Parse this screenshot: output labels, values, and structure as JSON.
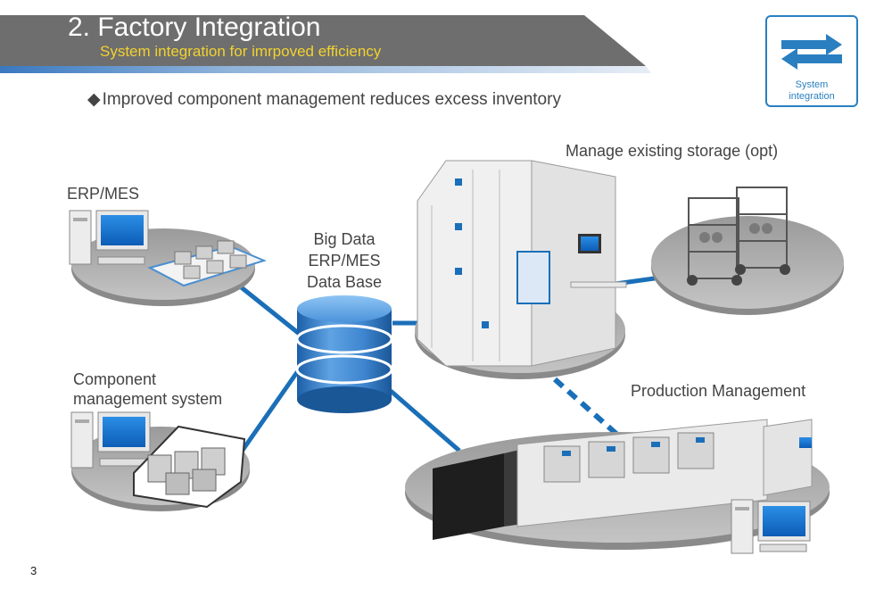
{
  "header": {
    "title": "2. Factory Integration",
    "subtitle": "System integration for imrpoved efficiency"
  },
  "bullet": {
    "symbol": "◆",
    "text": "Improved component management reduces excess inventory"
  },
  "system_box": {
    "line1": "System",
    "line2": "integration",
    "icon": "bidirectional-arrows-icon",
    "color": "#2a7fc0"
  },
  "nodes": {
    "erp_mes": "ERP/MES",
    "database_line1": "Big Data",
    "database_line2": "ERP/MES",
    "database_line3": "Data Base",
    "storage": "Manage existing storage (opt)",
    "component_line1": "Component",
    "component_line2": "management system",
    "production": "Production Management"
  },
  "colors": {
    "banner": "#6e6e6e",
    "accent_blue": "#1a6fb8",
    "subtitle_yellow": "#f2d22e"
  },
  "page_number": "3"
}
